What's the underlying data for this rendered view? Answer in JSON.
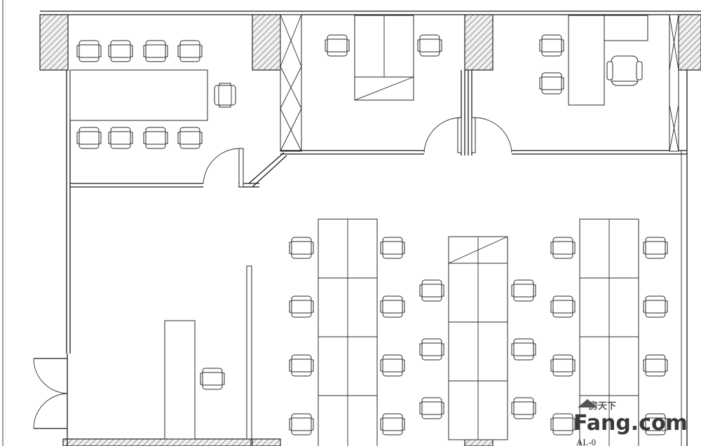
{
  "drawing": {
    "sheet_label": "AL-0",
    "line_color": "#1a1a1a",
    "background": "#ffffff"
  },
  "watermark": {
    "logo_text": "房天下",
    "site_text": "Fang.com",
    "icon": "house-logo-icon"
  }
}
